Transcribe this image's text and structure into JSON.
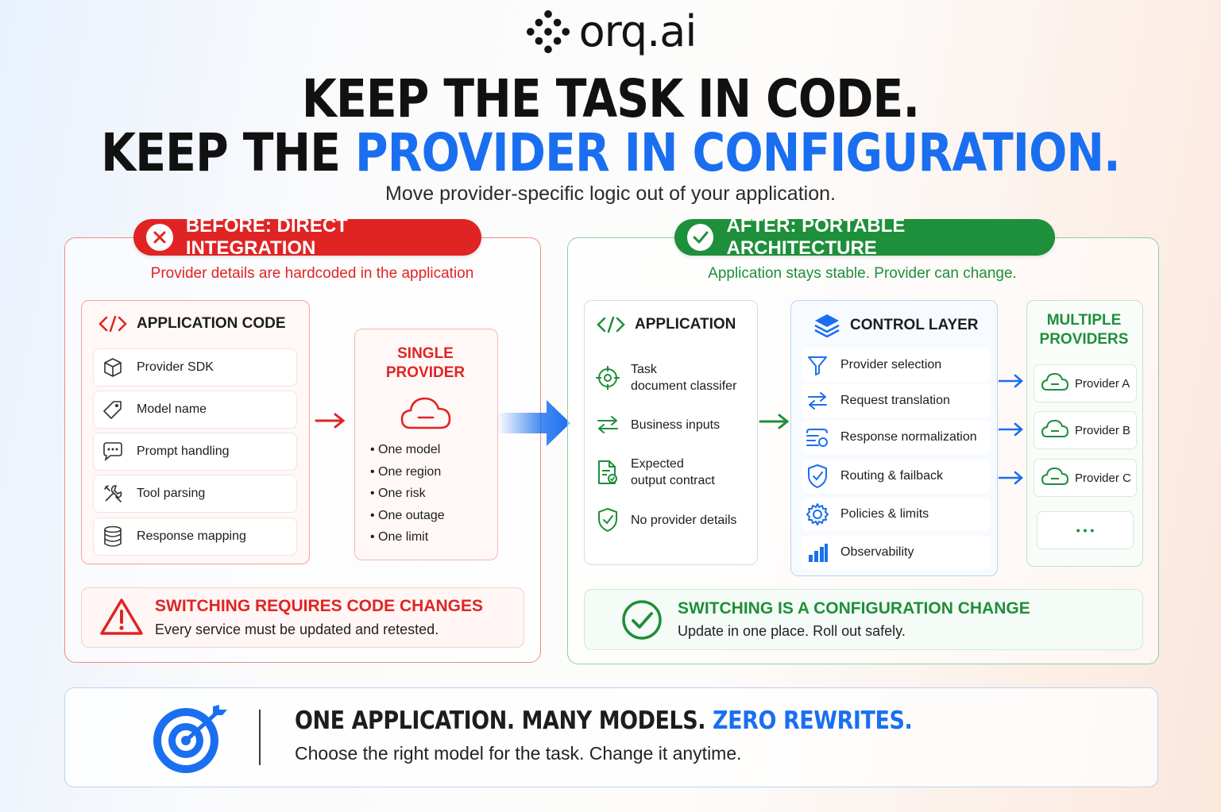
{
  "brand": {
    "name": "orq.ai"
  },
  "headline": {
    "line1": "KEEP THE TASK IN CODE.",
    "line2_prefix": "KEEP THE ",
    "line2_highlight": "PROVIDER IN CONFIGURATION."
  },
  "subhead": "Move provider-specific logic out of your application.",
  "before": {
    "badge": "BEFORE: DIRECT INTEGRATION",
    "caption": "Provider details are hardcoded in the application",
    "app_code": {
      "title": "APPLICATION CODE",
      "items": [
        {
          "label": "Provider SDK",
          "icon": "cube-icon"
        },
        {
          "label": "Model name",
          "icon": "tag-icon"
        },
        {
          "label": "Prompt handling",
          "icon": "chat-bubble-icon"
        },
        {
          "label": "Tool parsing",
          "icon": "tools-icon"
        },
        {
          "label": "Response mapping",
          "icon": "database-icon"
        }
      ]
    },
    "single_provider": {
      "title_line1": "SINGLE",
      "title_line2": "PROVIDER",
      "bullets": [
        "One model",
        "One region",
        "One risk",
        "One outage",
        "One limit"
      ]
    },
    "switching": {
      "title": "SWITCHING REQUIRES CODE CHANGES",
      "subtitle": "Every service must be updated and retested."
    }
  },
  "after": {
    "badge": "AFTER: PORTABLE ARCHITECTURE",
    "caption": "Application stays stable. Provider can change.",
    "application": {
      "title": "APPLICATION",
      "items": [
        {
          "line1": "Task",
          "line2": "document classifer",
          "icon": "target-icon"
        },
        {
          "line1": "Business inputs",
          "line2": "",
          "icon": "swap-arrows-icon"
        },
        {
          "line1": "Expected",
          "line2": "output contract",
          "icon": "document-check-icon"
        },
        {
          "line1": "No provider details",
          "line2": "",
          "icon": "shield-check-icon"
        }
      ]
    },
    "control_layer": {
      "title": "CONTROL LAYER",
      "items": [
        {
          "label": "Provider selection",
          "icon": "filter-icon"
        },
        {
          "label": "Request translation",
          "icon": "swap-arrows-icon"
        },
        {
          "label": "Response normalization",
          "icon": "normalize-icon"
        },
        {
          "label": "Routing & failback",
          "icon": "shield-check-icon"
        },
        {
          "label": "Policies & limits",
          "icon": "gear-icon"
        },
        {
          "label": "Observability",
          "icon": "bar-chart-icon"
        }
      ]
    },
    "providers": {
      "title_line1": "MULTIPLE",
      "title_line2": "PROVIDERS",
      "items": [
        "Provider A",
        "Provider B",
        "Provider C"
      ],
      "more": "• • •"
    },
    "switching": {
      "title": "SWITCHING IS A CONFIGURATION CHANGE",
      "subtitle": "Update in one place. Roll out safely."
    }
  },
  "footer": {
    "title_prefix": "ONE APPLICATION. MANY MODELS. ",
    "title_highlight": "ZERO REWRITES.",
    "subtitle": "Choose the right model for the task. Change it anytime."
  },
  "colors": {
    "red": "#e02424",
    "green": "#1e8f3a",
    "blue": "#1a6ff0"
  }
}
